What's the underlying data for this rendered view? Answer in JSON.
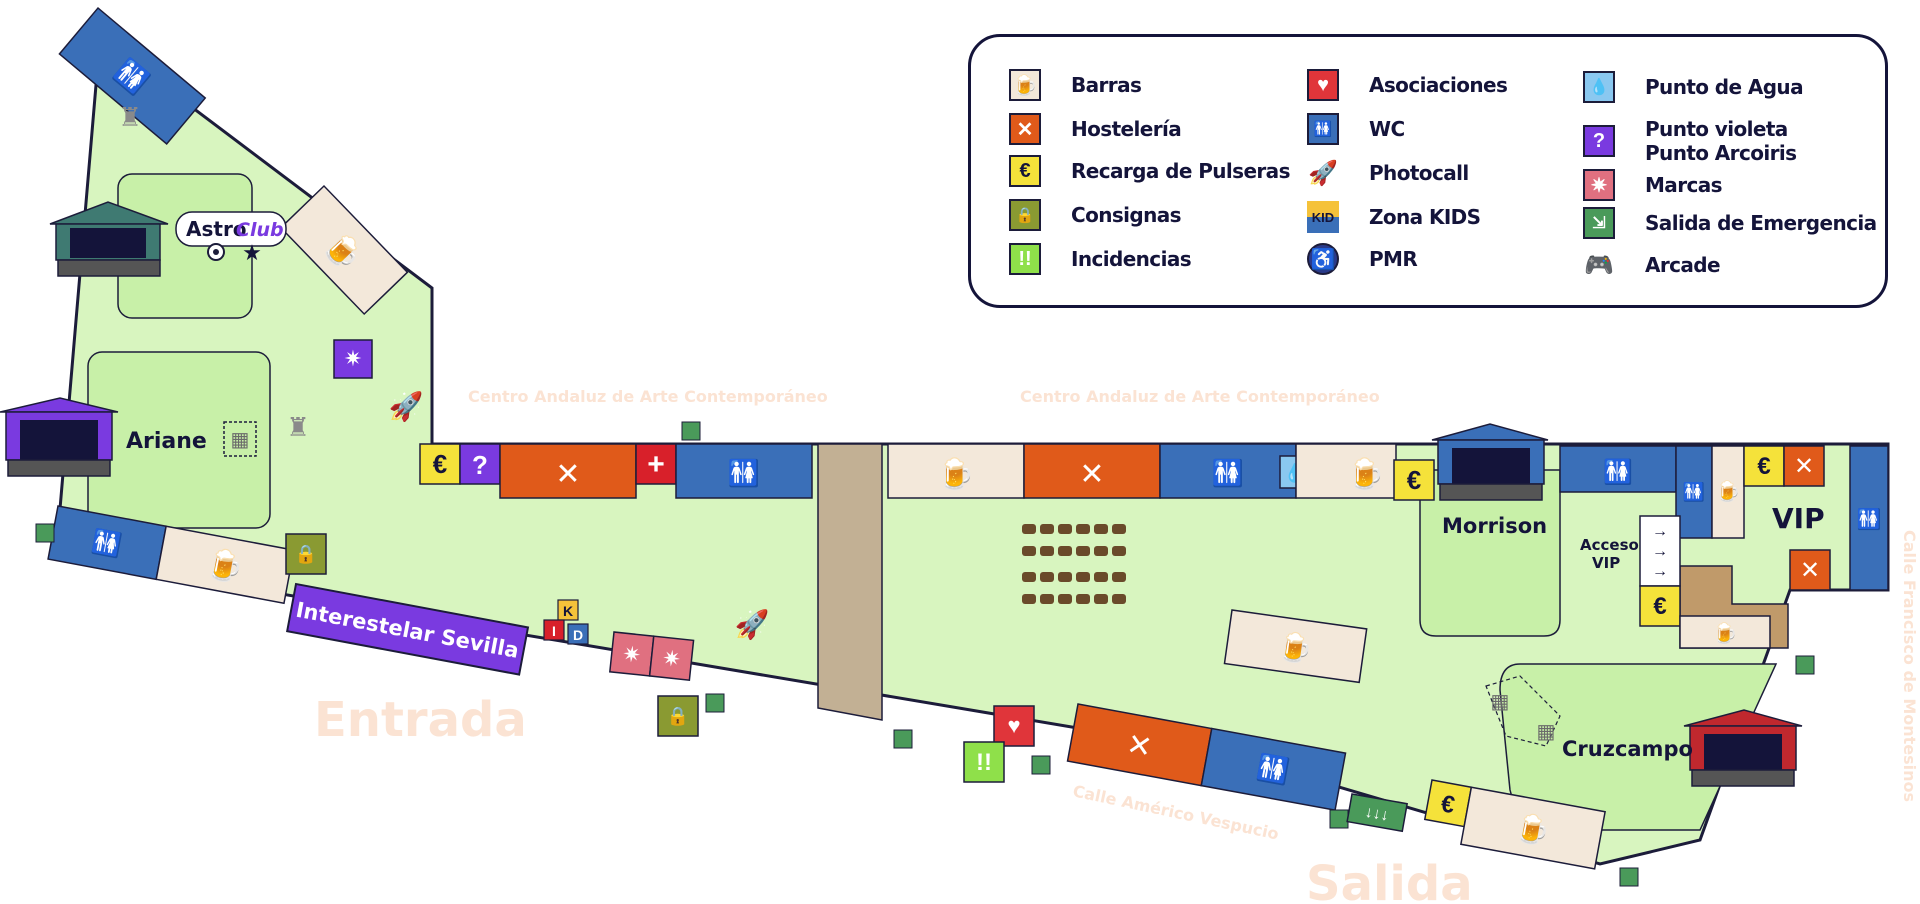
{
  "legend": {
    "items": [
      {
        "label": "Barras",
        "icon": "beer-icon",
        "color": "#f3e8da"
      },
      {
        "label": "Hostelería",
        "icon": "fork-knife-icon",
        "color": "#e05a1a"
      },
      {
        "label": "Recarga de Pulseras",
        "icon": "euro-icon",
        "color": "#f5e23a"
      },
      {
        "label": "Consignas",
        "icon": "lock-icon",
        "color": "#8a9a32"
      },
      {
        "label": "Incidencias",
        "icon": "exclamation-icon",
        "color": "#8fe04a"
      },
      {
        "label": "Asociaciones",
        "icon": "heart-icon",
        "color": "#e0353a"
      },
      {
        "label": "WC",
        "icon": "restroom-icon",
        "color": "#3a6fb8"
      },
      {
        "label": "Photocall",
        "icon": "rocket-icon",
        "color": "#8fd04a"
      },
      {
        "label": "Zona KIDS",
        "icon": "blocks-icon",
        "color": "#f5c23a"
      },
      {
        "label": "PMR",
        "icon": "wheelchair-icon",
        "color": "#2a3a8a"
      },
      {
        "label": "Punto de Agua",
        "icon": "water-drop-icon",
        "color": "#8ac8f0"
      },
      {
        "label": "Punto violeta",
        "icon": "question-icon",
        "color": "#7a3ae0"
      },
      {
        "label": "Punto Arcoiris",
        "icon": "question-icon",
        "color": "#7a3ae0"
      },
      {
        "label": "Marcas",
        "icon": "star-icon",
        "color": "#e07080"
      },
      {
        "label": "Salida de Emergencia",
        "icon": "emergency-exit-icon",
        "color": "#4a9a5a"
      },
      {
        "label": "Arcade",
        "icon": "gamepad-icon",
        "color": "#2a8a7a"
      }
    ]
  },
  "stages": {
    "ariane": "Ariane",
    "morrison": "Morrison",
    "cruzcampo": "Cruzcampo",
    "vip": "VIP",
    "interestelar": "Interestelar Sevilla",
    "astro_main": "Astro",
    "astro_sub": "Club"
  },
  "labels": {
    "centro1": "Centro Andaluz de Arte Contemporáneo",
    "centro2": "Centro Andaluz de Arte Contemporáneo",
    "entrada": "Entrada",
    "salida": "Salida",
    "calle_americo": "Calle Américo Vespucio",
    "calle_francisco": "Calle Francisco de Montesinos",
    "acceso_vip_1": "Acceso",
    "acceso_vip_2": "VIP",
    "kids_k": "K",
    "kids_i": "I",
    "kids_d": "D"
  },
  "colors": {
    "grass": "#d8f5bf",
    "grass_light": "#c8f0a8",
    "outline": "#1c1c3a",
    "bar": "#f3e8da",
    "food": "#e05a1a",
    "wc": "#3a6fb8",
    "euro": "#f5e23a",
    "purple": "#7a3ae0",
    "red": "#d8202a",
    "brand": "#e07080",
    "path": "#c2b094",
    "lock": "#8a9a32",
    "exit": "#4a9a5a",
    "navy": "#14143a",
    "faint": "#fbe3d3"
  }
}
